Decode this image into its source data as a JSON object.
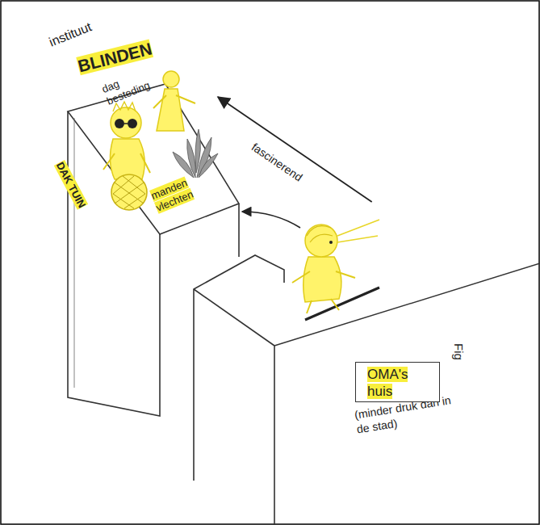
{
  "diagram": {
    "nodes": [
      {
        "text": [
          "instituut",
          "BLINDEN",
          "dag besteding",
          "DAK TUIN",
          "manden vlechten"
        ]
      },
      {
        "text": [
          "Fig",
          "(minder druk dan in de stad)"
        ]
      },
      {
        "text": [
          "OMA's huis"
        ],
        "in": 1
      }
    ],
    "edges": [
      {
        "from": 1,
        "to": 0,
        "arrow": "to",
        "label": "fascinerend"
      }
    ]
  }
}
